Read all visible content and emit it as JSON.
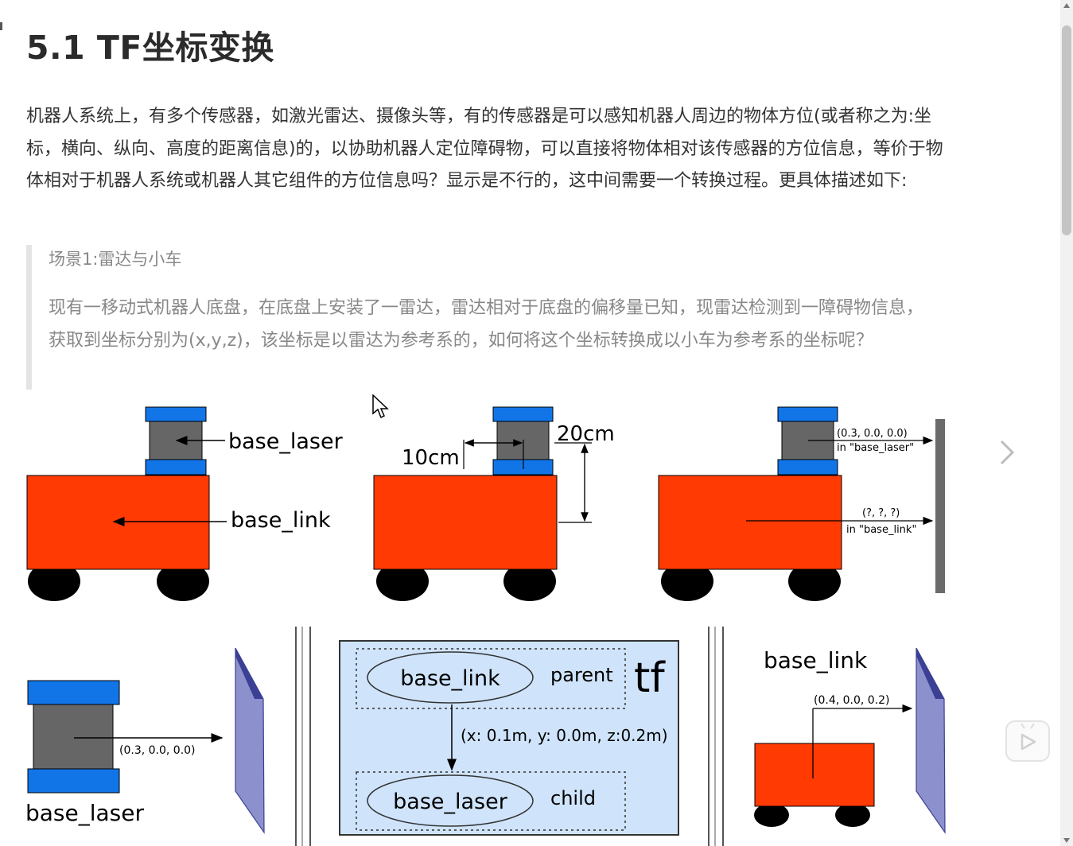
{
  "article": {
    "title": "5.1 TF坐标变换",
    "intro": "机器人系统上，有多个传感器，如激光雷达、摄像头等，有的传感器是可以感知机器人周边的物体方位(或者称之为:坐标，横向、纵向、高度的距离信息)的，以协助机器人定位障碍物，可以直接将物体相对该传感器的方位信息，等价于物体相对于机器人系统或机器人其它组件的方位信息吗？显示是不行的，这中间需要一个转换过程。更具体描述如下:",
    "quote": {
      "title": "场景1:雷达与小车",
      "body": "现有一移动式机器人底盘，在底盘上安装了一雷达，雷达相对于底盘的偏移量已知，现雷达检测到一障碍物信息，获取到坐标分别为(x,y,z)，该坐标是以雷达为参考系的，如何将这个坐标转换成以小车为参考系的坐标呢？"
    }
  },
  "figure": {
    "panel1": {
      "laser_label": "base_laser",
      "link_label": "base_link"
    },
    "panel2": {
      "horizontal_offset": "10cm",
      "vertical_offset": "20cm"
    },
    "panel3": {
      "laser_coord": "(0.3, 0.0, 0.0)",
      "laser_frame": "in \"base_laser\"",
      "link_coord": "(?, ?, ?)",
      "link_frame": "in \"base_link\""
    },
    "panel4": {
      "coord": "(0.3, 0.0, 0.0)",
      "label": "base_laser"
    },
    "tf_box": {
      "parent_frame": "base_link",
      "parent_role": "parent",
      "logo": "tf",
      "transform": "(x: 0.1m, y: 0.0m, z:0.2m)",
      "child_frame": "base_laser",
      "child_role": "child"
    },
    "panel5": {
      "label": "base_link",
      "coord": "(0.4, 0.0, 0.2)"
    }
  },
  "icons": {
    "next": "chevron-right-icon",
    "video": "video-play-icon",
    "cursor": "mouse-pointer-icon"
  },
  "colors": {
    "chassis": "#ff3a03",
    "laser_blue": "#1175e8",
    "laser_body": "#666666",
    "wheel": "#000000",
    "wall": "#8c90cc",
    "tf_box_bg": "#cfe4fb"
  }
}
